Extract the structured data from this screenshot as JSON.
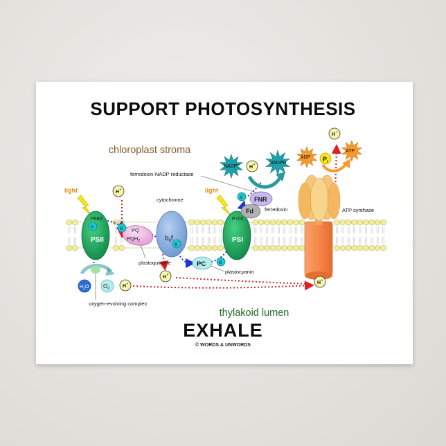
{
  "title": "SUPPORT PHOTOSYNTHESIS",
  "bottom_title": "EXHALE",
  "copyright": "© WORDS & UNWORDS",
  "regions": {
    "stroma": "chloroplast stroma",
    "lumen": "thylakoid lumen"
  },
  "labels": {
    "light_1": "light",
    "light_2": "light",
    "p680": "P680",
    "psii": "PSII",
    "pq": "PQ",
    "pqh2": "PQH",
    "pqh2_sub": "2",
    "plastoquinone": "plastoquinone",
    "cytochrome": "cytochrome",
    "b6f": "b",
    "b6f_sub": "6",
    "b6f_f": "f",
    "pc": "PC",
    "plastocyanin": "plastocyanin",
    "p700": "P700",
    "psi": "PSI",
    "fd": "Fd",
    "ferredoxin": "ferredoxin",
    "fnr": "FNR",
    "fnr_full": "ferredoxin-NADP reductase",
    "nadp": "NADP",
    "nadp_sup": "+",
    "nadph": "NADPH",
    "h_plus": "H",
    "h_sup": "+",
    "electron": "e",
    "electron_sup": "−",
    "h2o": "H",
    "h2o_sub": "2",
    "h2o_o": "O",
    "o2": "O",
    "o2_sub": "2",
    "oxygen_complex": "oxygen-evolving complex",
    "adp": "ADP",
    "pi": "P",
    "pi_sub": "i",
    "atp": "ATP",
    "atp_synthase": "ATP synthase"
  },
  "colors": {
    "title": "#0c0c0c",
    "stroma": "#8a5a2b",
    "lumen": "#1f6b1f",
    "membrane_head": "#f3ee9a",
    "photosystem": "#1fa35a",
    "cytochrome": "#8ab0e0",
    "plastoquinone": "#f2b9e6",
    "plastocyanin": "#b7ecef",
    "ferredoxin": "#b0b0b0",
    "fnr": "#c7b8ee",
    "atp_synthase_head": "#f7c67a",
    "atp_synthase_stalk": "#f7884a",
    "proton": "#f6f5a8",
    "electron": "#1ec9cf",
    "nadp_star": "#1fa0a8",
    "adp_atp_star": "#f79a2a",
    "light_bolt": "#f5e61a",
    "light_text": "#e88a10",
    "proton_path": "#e02020",
    "electron_path": "#2030d8",
    "turn_arrow": "#2a9a9a"
  }
}
